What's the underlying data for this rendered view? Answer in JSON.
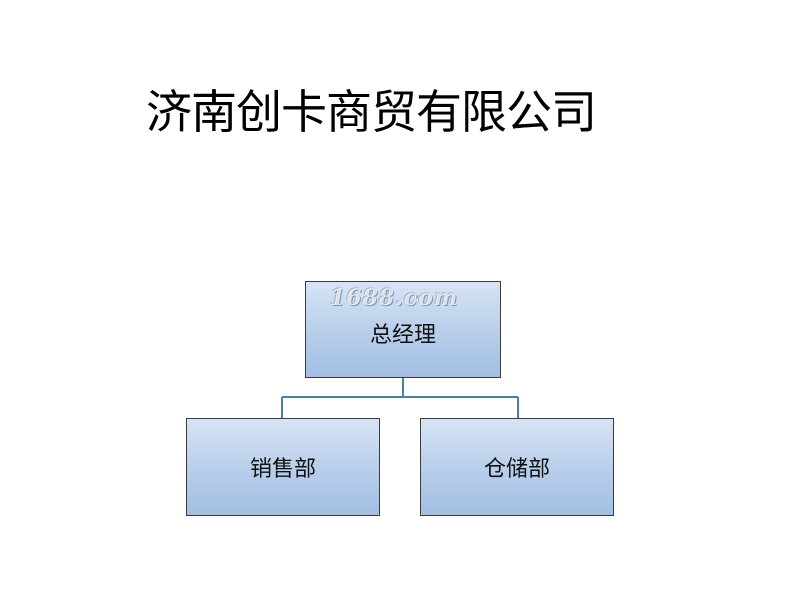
{
  "title": "济南创卡商贸有限公司",
  "watermark": "1688.com",
  "org_chart": {
    "root": "总经理",
    "children": [
      "销售部",
      "仓储部"
    ]
  },
  "colors": {
    "box_fill_top": "#d7e4f5",
    "box_fill_bottom": "#a3bfe3",
    "connector": "#4a7fa0"
  }
}
